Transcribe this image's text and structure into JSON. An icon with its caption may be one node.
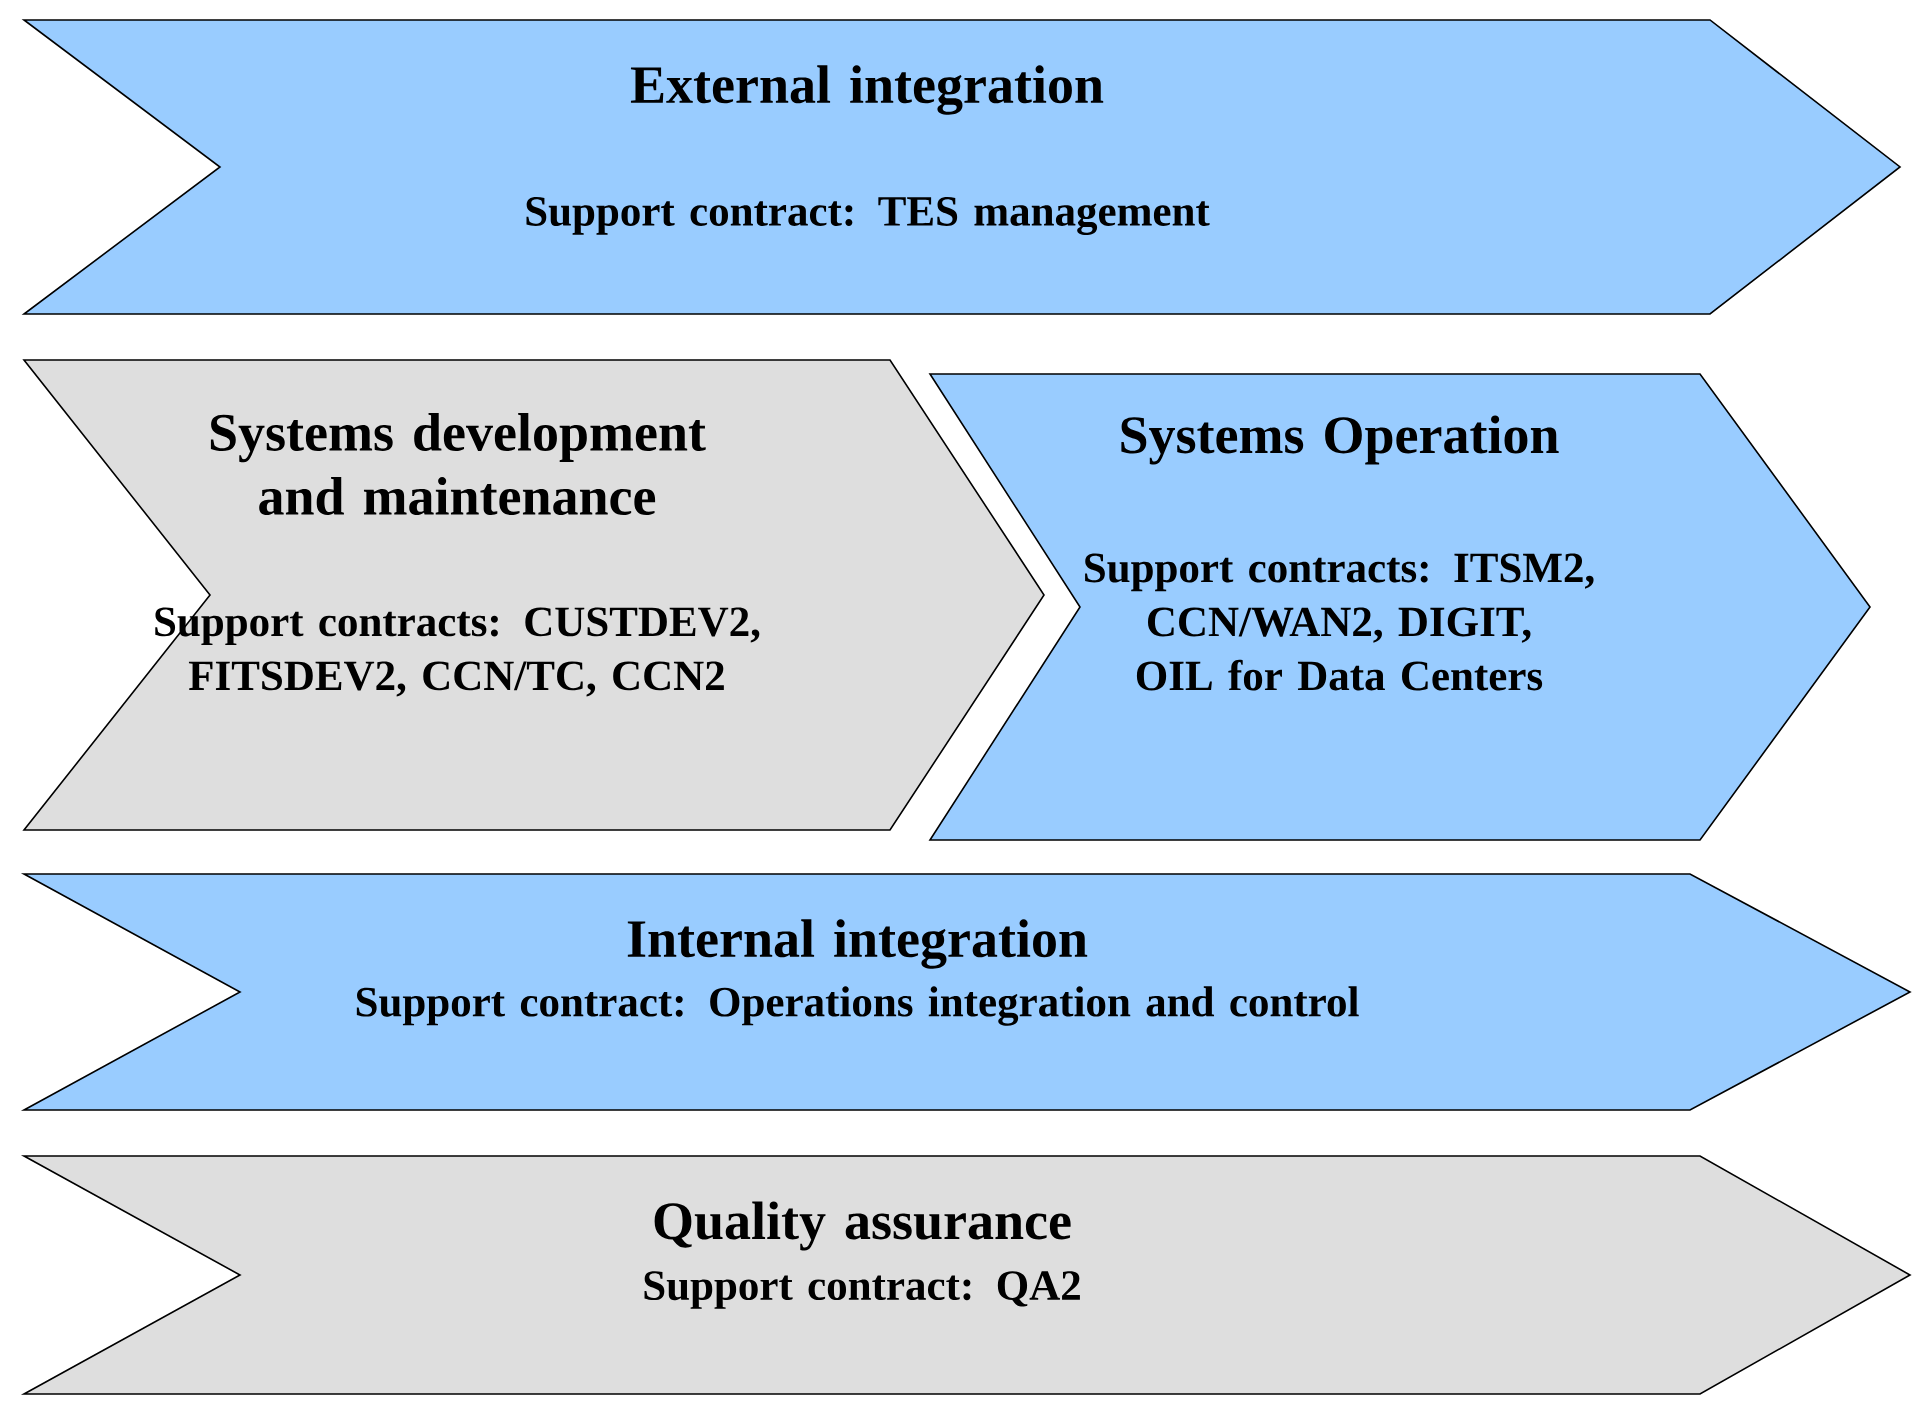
{
  "diagram": {
    "nodes": [
      {
        "text": [
          "External integration",
          "Support contract: TES management"
        ]
      },
      {
        "text": [
          "Systems development and maintenance",
          "Support contracts: CUSTDEV2, FITSDEV2, CCN/TC, CCN2"
        ]
      },
      {
        "text": [
          "Systems Operation",
          "Support contracts: ITSM2, CCN/WAN2, DIGIT, OIL for Data Centers"
        ]
      },
      {
        "text": [
          "Internal integration",
          "Support contract: Operations integration and control"
        ]
      },
      {
        "text": [
          "Quality assurance",
          "Support contract: QA2"
        ]
      }
    ]
  }
}
